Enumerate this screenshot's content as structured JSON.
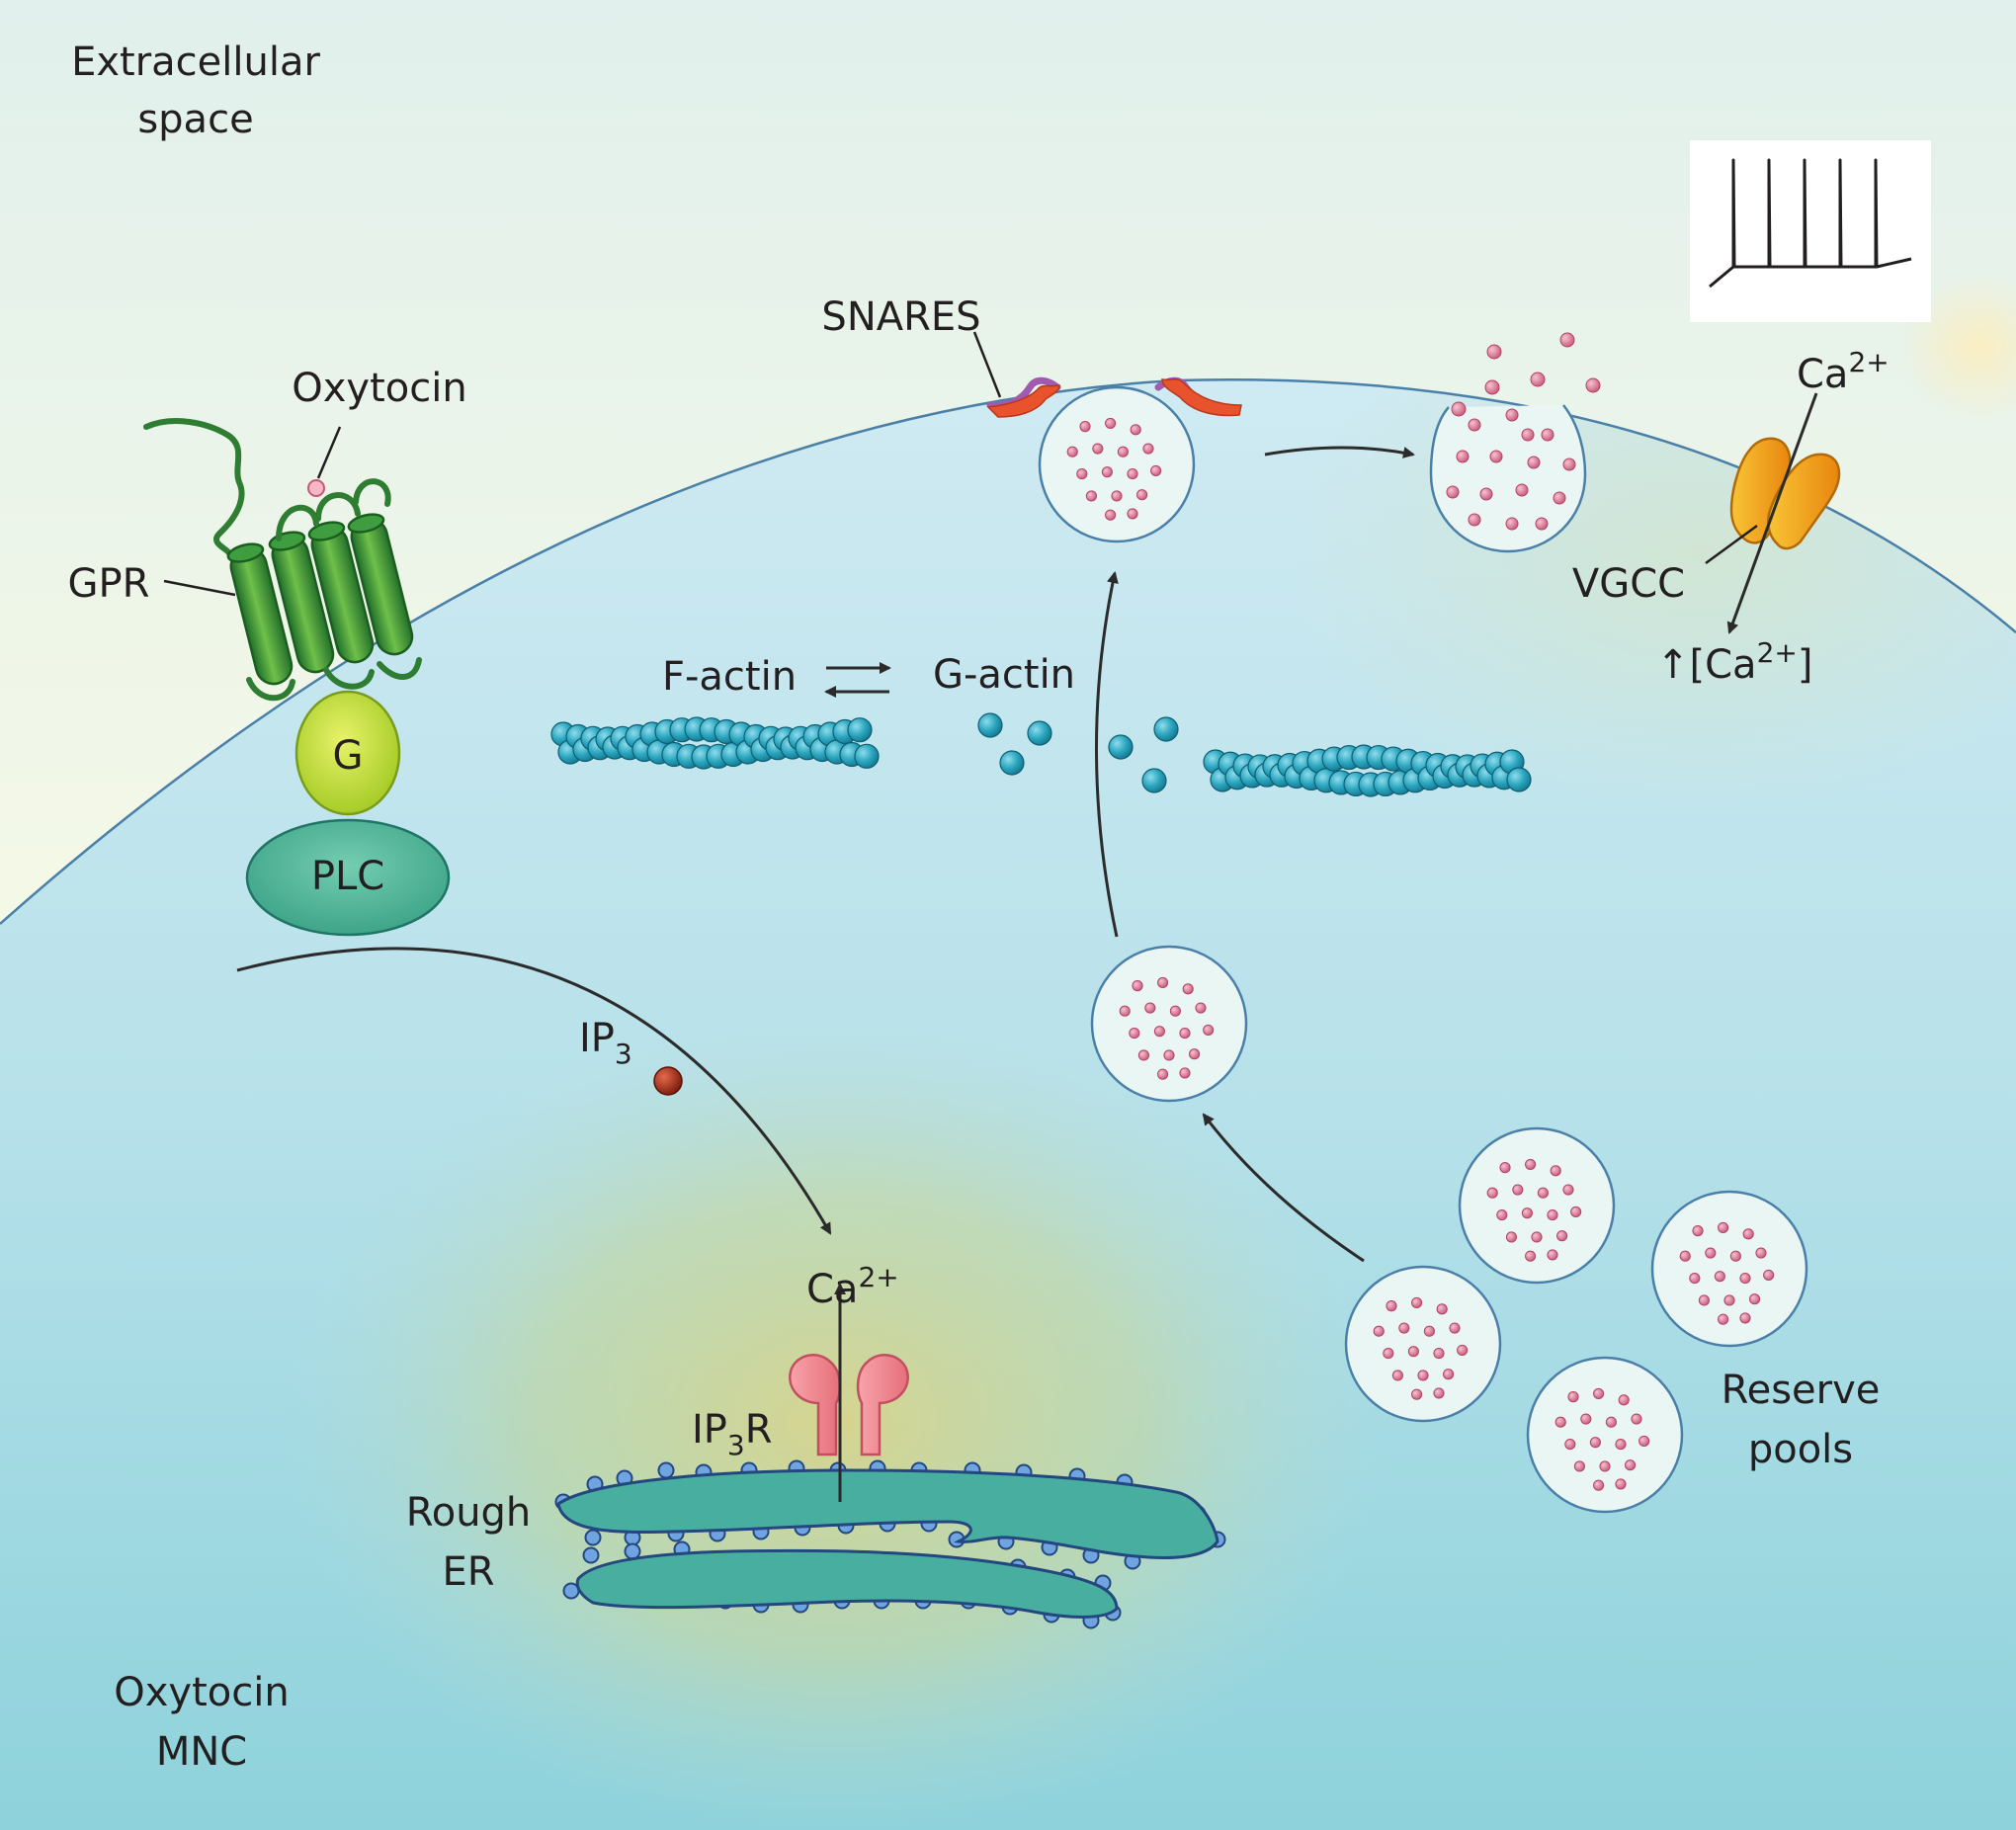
{
  "labels": {
    "extracellular_line1": "Extracellular",
    "extracellular_line2": "space",
    "oxytocin": "Oxytocin",
    "gpr": "GPR",
    "g_protein": "G",
    "plc": "PLC",
    "snares": "SNARES",
    "f_actin": "F-actin",
    "g_actin": "G-actin",
    "ca_base": "Ca",
    "ca_sup": "2+",
    "vgcc": "VGCC",
    "ca_rise_prefix": "↑[Ca",
    "ca_rise_sup": "2+",
    "ca_rise_suffix": "]",
    "ip3_base": "IP",
    "ip3_sub": "3",
    "ip3r_base": "IP",
    "ip3r_sub": "3",
    "ip3r_suffix": "R",
    "rough_er_line1": "Rough",
    "rough_er_line2": "ER",
    "reserve_line1": "Reserve",
    "reserve_line2": "pools",
    "cell_line1": "Oxytocin",
    "cell_line2": "MNC"
  },
  "colors": {
    "extracellular_top": "#e1f0ec",
    "extracellular_warm": "#fcfce2",
    "cytoplasm_top": "#c9e9f1",
    "cytoplasm_bottom": "#8fd3dc",
    "er_glow": "#d9d88e",
    "membrane": "#4a7fa8",
    "gpr_green": "#3a9a3c",
    "g_protein": "#c8e03c",
    "plc": "#4fb89a",
    "vesicle_fill": "#eaf6f3",
    "granule": "#d9708e",
    "actin": "#2ba6bf",
    "ip3_dot": "#b23a1e",
    "ip3r": "#f08c95",
    "vgcc": "#f5a81c",
    "snare_red": "#e8532e",
    "snare_purple": "#a05bb0",
    "er": "#3fae9f",
    "arrow": "#2b2b2b"
  },
  "icons": [
    "gpcr-icon",
    "g-protein-icon",
    "plc-icon",
    "ip3-icon",
    "ip3-receptor-icon",
    "vgcc-channel-icon",
    "snare-icon",
    "vesicle-icon",
    "actin-filament-icon",
    "spike-train-icon",
    "rough-er-icon"
  ]
}
